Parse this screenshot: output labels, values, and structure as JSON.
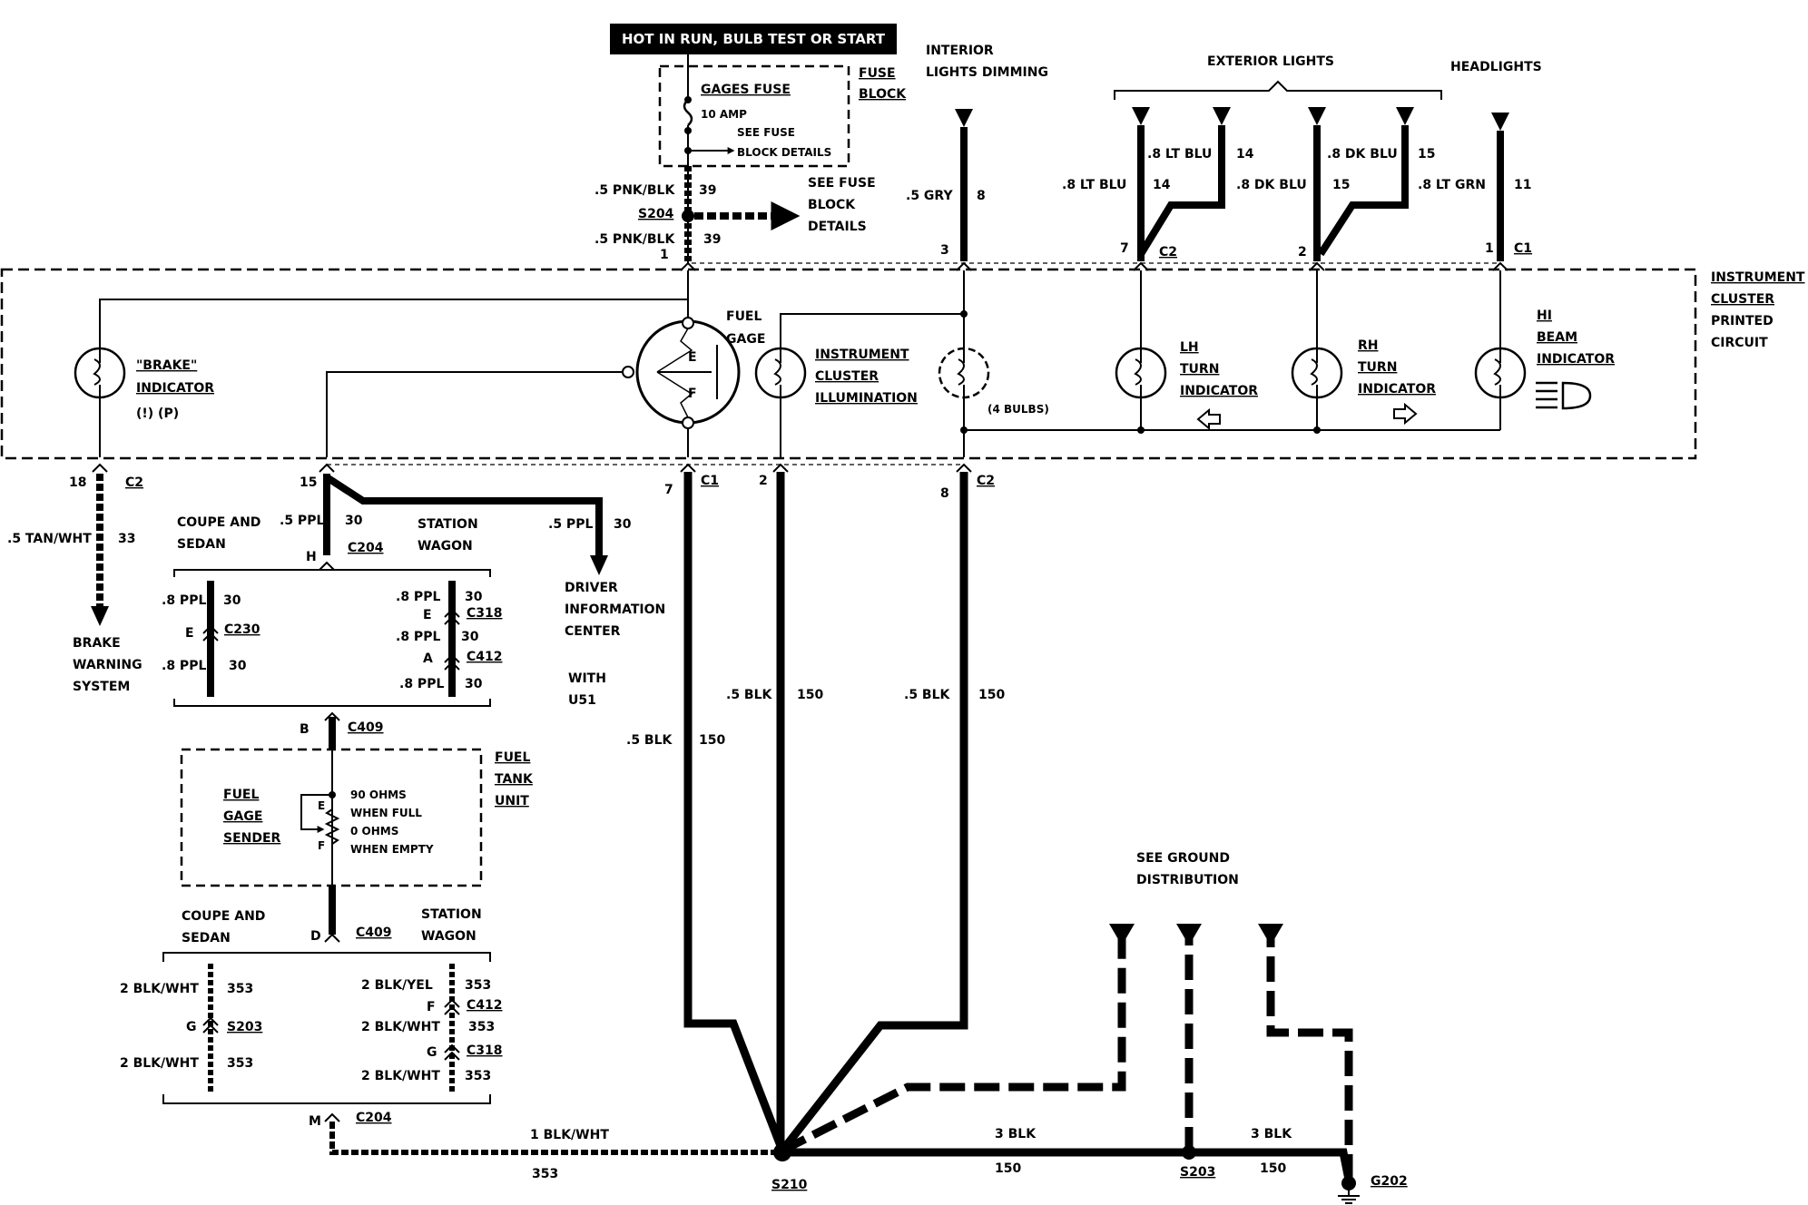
{
  "banner": "HOT IN RUN, BULB TEST OR START",
  "fuse_block": {
    "label": [
      "FUSE",
      "BLOCK"
    ],
    "fuse_name": "GAGES FUSE",
    "amp": "10 AMP",
    "see_details": [
      "SEE FUSE",
      "BLOCK DETAILS"
    ]
  },
  "feeds": {
    "interior": [
      "INTERIOR",
      "LIGHTS DIMMING"
    ],
    "exterior": "EXTERIOR LIGHTS",
    "headlights": "HEADLIGHTS"
  },
  "wires_top": {
    "pnk_upper": ".5 PNK/BLK",
    "pnk_upper_num": "39",
    "s204": "S204",
    "pnk_lower": ".5 PNK/BLK",
    "pnk_lower_num": "39",
    "pin_1": "1",
    "see_fuse": [
      "SEE FUSE",
      "BLOCK",
      "DETAILS"
    ],
    "gry": ".5 GRY",
    "gry_num": "8",
    "gry_pin": "3",
    "lt_blu_a": ".8 LT BLU",
    "lt_blu_a_num": "14",
    "lt_blu_b": ".8 LT BLU",
    "lt_blu_b_num": "14",
    "dk_blu_a": ".8 DK BLU",
    "dk_blu_a_num": "15",
    "dk_blu_b": ".8 DK BLU",
    "dk_blu_b_num": "15",
    "lt_grn": ".8 LT GRN",
    "lt_grn_num": "11",
    "c2_pin": "7",
    "c2": "C2",
    "mid_pin": "2",
    "c1_pin": "1",
    "c1": "C1"
  },
  "cluster": {
    "label": [
      "INSTRUMENT",
      "CLUSTER",
      "PRINTED",
      "CIRCUIT"
    ],
    "brake": [
      "\"BRAKE\"",
      "INDICATOR"
    ],
    "brake_symbols": "(!)  (P)",
    "fuel_gage": [
      "FUEL",
      "GAGE"
    ],
    "gauge_e": "E",
    "gauge_f": "F",
    "illum": [
      "INSTRUMENT",
      "CLUSTER",
      "ILLUMINATION"
    ],
    "four_bulbs": "(4 BULBS)",
    "lh_turn": [
      "LH",
      "TURN",
      "INDICATOR"
    ],
    "rh_turn": [
      "RH",
      "TURN",
      "INDICATOR"
    ],
    "hi_beam": [
      "HI",
      "BEAM",
      "INDICATOR"
    ]
  },
  "bottom_left": {
    "pin_18": "18",
    "c2": "C2",
    "tan_wht": ".5 TAN/WHT",
    "tan_num": "33",
    "brake_system": [
      "BRAKE",
      "WARNING",
      "SYSTEM"
    ],
    "pin_15": "15",
    "coupe_sedan": [
      "COUPE AND",
      "SEDAN"
    ],
    "station_wagon": [
      "STATION",
      "WAGON"
    ],
    "ppl_a": ".5 PPL",
    "ppl_a_num": "30",
    "pin_h": "H",
    "c204": "C204",
    "ppl_b": ".5 PPL",
    "ppl_b_num": "30",
    "dic": [
      "DRIVER",
      "INFORMATION",
      "CENTER"
    ],
    "with_u51": [
      "WITH",
      "U51"
    ],
    "left_ppl_1": ".8 PPL",
    "left_ppl_1_num": "30",
    "pin_e": "E",
    "c230": "C230",
    "left_ppl_2": ".8 PPL",
    "left_ppl_2_num": "30",
    "right_ppl_1": ".8 PPL",
    "right_ppl_1_num": "30",
    "pin_e2": "E",
    "c318": "C318",
    "right_ppl_2": ".8 PPL",
    "right_ppl_2_num": "30",
    "pin_a": "A",
    "c412": "C412",
    "right_ppl_3": ".8 PPL",
    "right_ppl_3_num": "30",
    "pin_b": "B",
    "c409": "C409"
  },
  "fuel_tank": {
    "label": [
      "FUEL",
      "TANK",
      "UNIT"
    ],
    "sender": [
      "FUEL",
      "GAGE",
      "SENDER"
    ],
    "e": "E",
    "f": "F",
    "ohms": [
      "90 OHMS",
      "WHEN FULL",
      "0 OHMS",
      "WHEN EMPTY"
    ]
  },
  "lower": {
    "coupe_sedan": [
      "COUPE AND",
      "SEDAN"
    ],
    "station_wagon": [
      "STATION",
      "WAGON"
    ],
    "pin_d": "D",
    "c409": "C409",
    "l1": "2 BLK/WHT",
    "l1_num": "353",
    "pin_g": "G",
    "s203": "S203",
    "l2": "2 BLK/WHT",
    "l2_num": "353",
    "r1": "2 BLK/YEL",
    "r1_num": "353",
    "pin_f": "F",
    "c412": "C412",
    "r2": "2 BLK/WHT",
    "r2_num": "353",
    "pin_g2": "G",
    "c318": "C318",
    "r3": "2 BLK/WHT",
    "r3_num": "353",
    "pin_m": "M",
    "c204": "C204",
    "bottom_wire": "1 BLK/WHT",
    "bottom_num": "353"
  },
  "grounds": {
    "c1_pin": "7",
    "c1": "C1",
    "mid_pin": "2",
    "c2_pin": "8",
    "c2": "C2",
    "blk_a": ".5 BLK",
    "blk_a_num": "150",
    "blk_b": ".5 BLK",
    "blk_b_num": "150",
    "blk_c": ".5 BLK",
    "blk_c_num": "150",
    "see_ground": [
      "SEE GROUND",
      "DISTRIBUTION"
    ],
    "blk3_a": "3 BLK",
    "blk3_a_num": "150",
    "blk3_b": "3 BLK",
    "blk3_b_num": "150",
    "s210": "S210",
    "s203": "S203",
    "g202": "G202"
  }
}
